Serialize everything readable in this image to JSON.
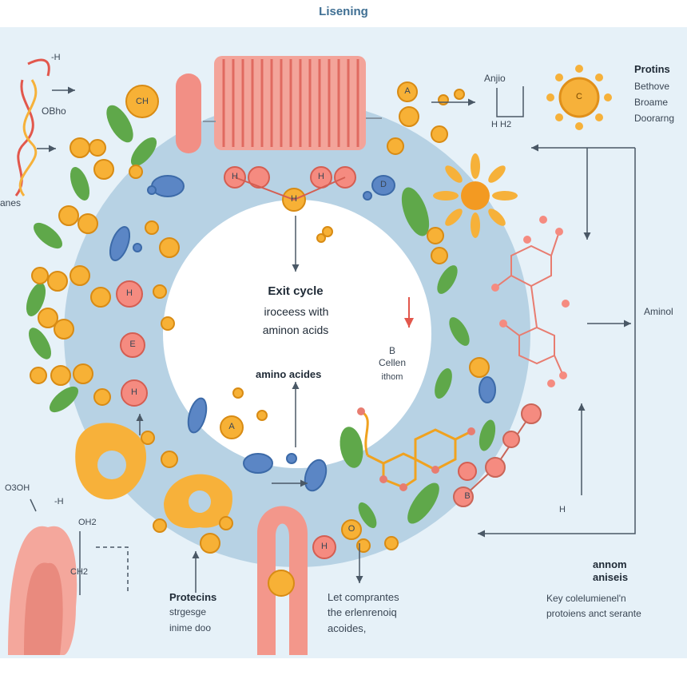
{
  "header": {
    "title": "Lisening"
  },
  "center": {
    "heading": "Exit cycle",
    "line1": "iroceess with",
    "line2": "aminon acids",
    "amino_label": "amino acides",
    "cell_b": "B",
    "cell_name": "Cellen",
    "cell_sub": "ithom"
  },
  "left": {
    "h_label": "-H",
    "obho": "OBho",
    "anes": "anes",
    "o3_oh": "O3OH",
    "h_minus": "-H",
    "oh2": "OH2",
    "ch2": "CH2"
  },
  "top_right": {
    "anjio": "Anjio",
    "hh": "H H2",
    "proteins_title": "Protins",
    "line1": "Bethove",
    "line2": "Broame",
    "line3": "Doorarng",
    "c_label": "C"
  },
  "right": {
    "amino_label": "Aminol",
    "h_label": "H"
  },
  "bottom": {
    "proteins_title": "Protecins",
    "proteins_l1": "strgesge",
    "proteins_l2": "inime doo",
    "middle_l1": "Let comprantes",
    "middle_l2": "the erlenrenoiq",
    "middle_l3": "acoides,",
    "right_title_l1": "annom",
    "right_title_l2": "aniseis",
    "right_l1": "Key colelumienel'n",
    "right_l2": "protoiens anct serante"
  },
  "ring_labels": {
    "ch": "CH",
    "a": "A",
    "h": "H",
    "o": "O",
    "e": "E",
    "d": "D",
    "b": "B"
  },
  "colors": {
    "background": "#e6f1f8",
    "ring": "#b7d2e4",
    "orange": "#f6b13a",
    "salmon": "#f27b6d",
    "leaf": "#5fa84a",
    "blue": "#5b86c5",
    "arrow": "#4a5866"
  }
}
